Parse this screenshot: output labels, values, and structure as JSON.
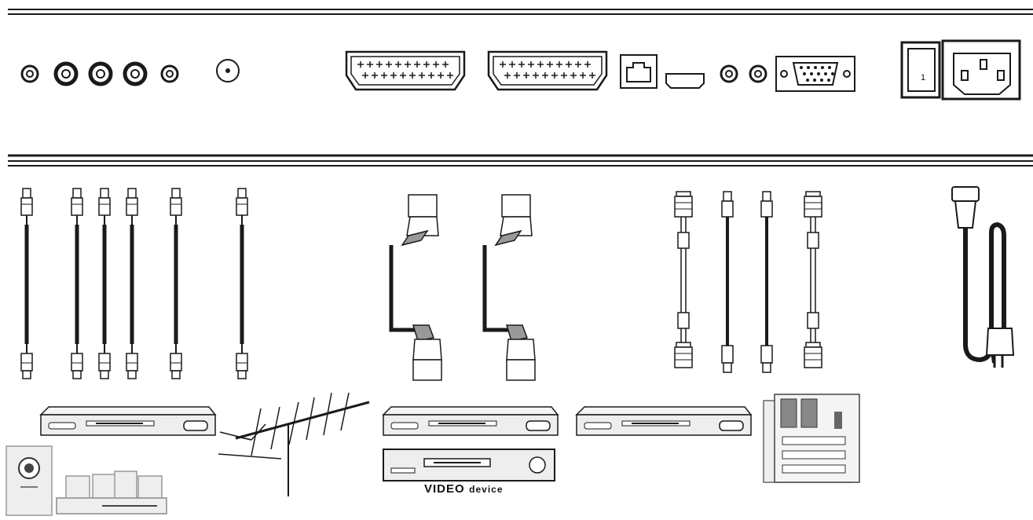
{
  "panel": {
    "switch_label": "1"
  },
  "devices": {
    "video_caption_main": "VIDEO",
    "video_caption_sub": "device"
  },
  "colors": {
    "line": "#1a1a1a",
    "panel_bg": "#ffffff",
    "device_fill": "#eeeeee",
    "port_fill": "#e6e6e6"
  }
}
